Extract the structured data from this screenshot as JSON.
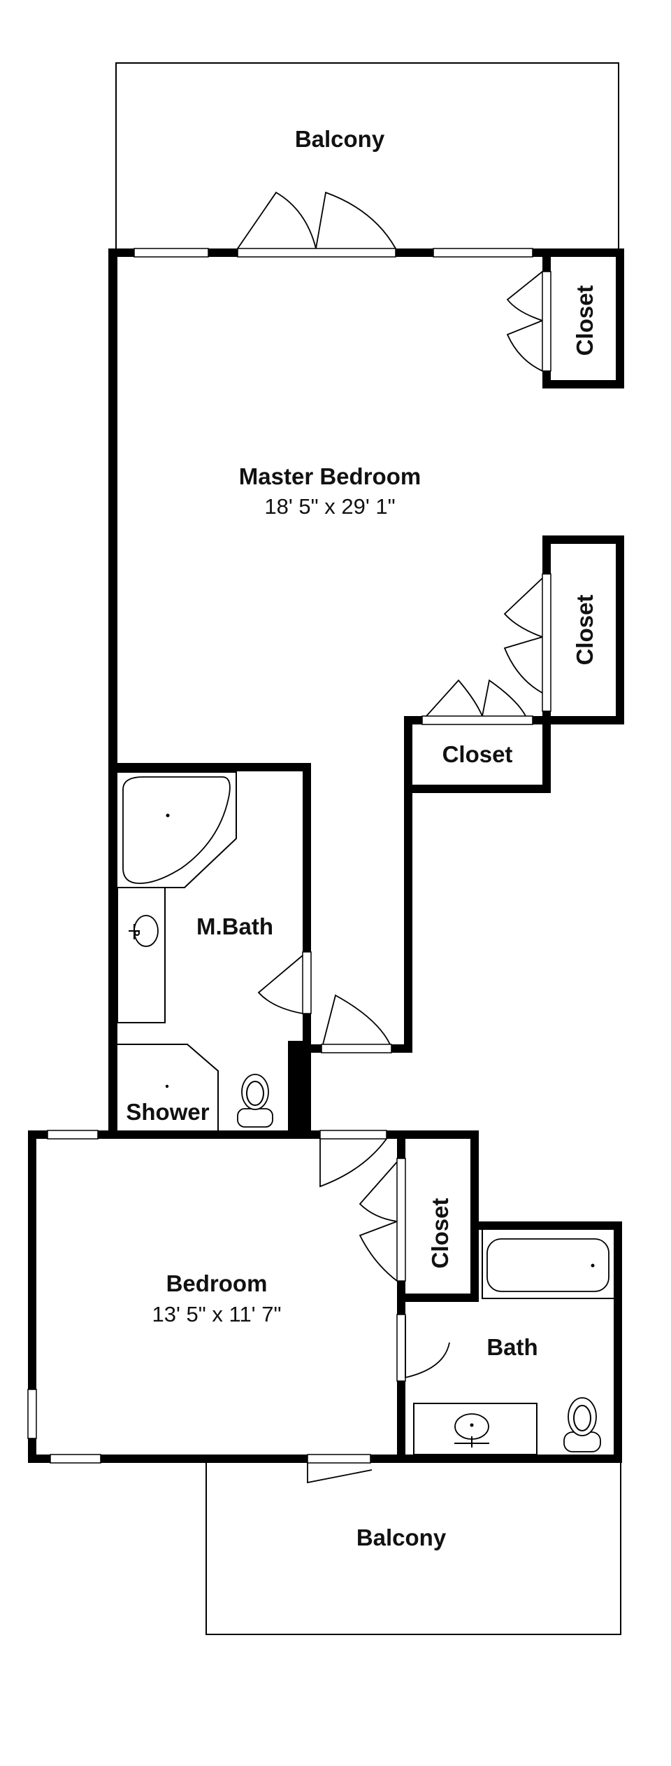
{
  "rooms": {
    "balcony_top": {
      "name": "Balcony"
    },
    "master_bedroom": {
      "name": "Master Bedroom",
      "dims": "18' 5\" x 29' 1\""
    },
    "closet_upper": {
      "name": "Closet"
    },
    "closet_middle": {
      "name": "Closet"
    },
    "closet_lower": {
      "name": "Closet"
    },
    "master_bath": {
      "name": "M.Bath"
    },
    "shower": {
      "name": "Shower"
    },
    "bedroom": {
      "name": "Bedroom",
      "dims": "13' 5\" x 11' 7\""
    },
    "closet_bedroom": {
      "name": "Closet"
    },
    "bath": {
      "name": "Bath"
    },
    "balcony_bottom": {
      "name": "Balcony"
    }
  },
  "colors": {
    "wall": "#000000",
    "background": "#ffffff",
    "text": "#111111"
  },
  "icons": [
    "door-swing-icon",
    "window-icon",
    "bathtub-icon",
    "sink-icon",
    "toilet-icon"
  ]
}
